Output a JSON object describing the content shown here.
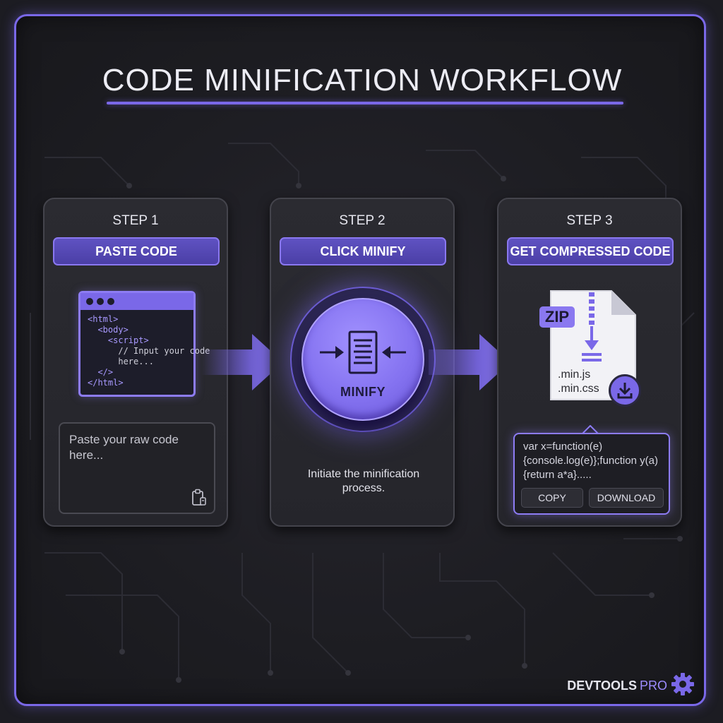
{
  "title": "CODE MINIFICATION WORKFLOW",
  "colors": {
    "accent": "#7a68e8",
    "accent_light": "#9d8cff",
    "background": "#1c1c22",
    "card": "#2a2a30"
  },
  "steps": [
    {
      "step_label": "STEP 1",
      "action": "PASTE CODE",
      "code_sample": [
        "<html>",
        "  <body>",
        "    <script>",
        "      // Input your code",
        "      here...",
        "  </>",
        "</html>"
      ],
      "textarea_placeholder": "Paste your raw code here...",
      "icon": "clipboard-icon"
    },
    {
      "step_label": "STEP 2",
      "action": "CLICK MINIFY",
      "button_label": "MINIFY",
      "description": "Initiate the minification process.",
      "icon": "compress-icon"
    },
    {
      "step_label": "STEP 3",
      "action": "GET COMPRESSED CODE",
      "file_badge": "ZIP",
      "file_extensions": [
        ".min.js",
        ".min.css"
      ],
      "output_code": "var x=function(e){console.log(e)};function y(a){return a*a}.....",
      "copy_label": "COPY",
      "download_label": "DOWNLOAD",
      "icon": "download-icon"
    }
  ],
  "brand": {
    "name": "DEVTOOLS",
    "suffix": "PRO",
    "icon": "gear-icon"
  }
}
